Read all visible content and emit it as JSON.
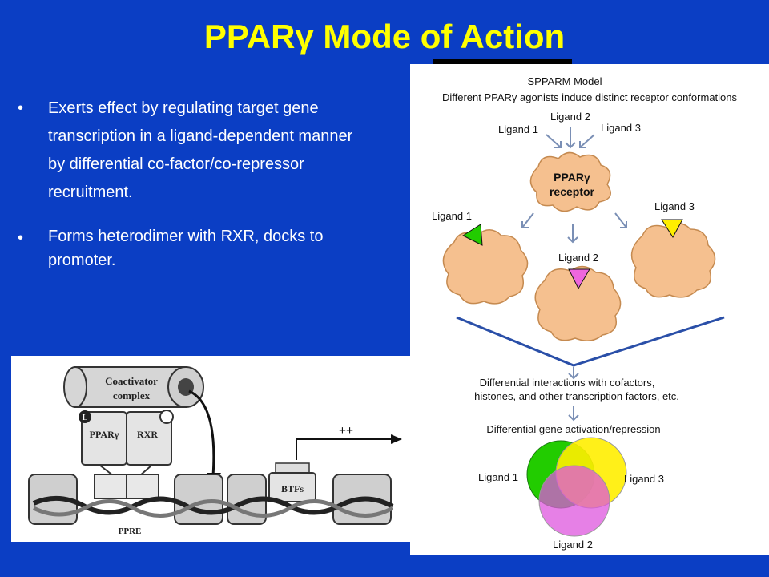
{
  "slide": {
    "title": "PPARγ Mode of Action",
    "bullets": [
      {
        "mark": "•",
        "text": "Exerts effect by regulating target gene transcription in a ligand-dependent manner by differential co-factor/co-repressor recruitment."
      },
      {
        "mark": "•",
        "text": "Forms heterodimer with RXR, docks to promoter."
      }
    ]
  },
  "spparm": {
    "heading": "SPPARM Model",
    "subheading": "Different PPARγ  agonists induce distinct receptor conformations",
    "ligand1": "Ligand 1",
    "ligand2": "Ligand 2",
    "ligand3": "Ligand 3",
    "receptor_line1": "PPARγ",
    "receptor_line2": "receptor",
    "interactions_line1": "Differential interactions with cofactors,",
    "interactions_line2": "histones, and other transcription factors, etc.",
    "activation": "Differential gene activation/repression",
    "colors": {
      "ligand1": "#22cc00",
      "ligand2": "#ee66dd",
      "ligand3": "#ffee00",
      "receptor": "#f5c08f"
    }
  },
  "dna_diagram": {
    "coactivator_line1": "Coactivator",
    "coactivator_line2": "complex",
    "l_badge": "L",
    "ppar_label": "PPARγ",
    "rxr_label": "RXR",
    "btfs_label": "BTFs",
    "plus_label": "++",
    "ppre_label": "PPRE"
  }
}
